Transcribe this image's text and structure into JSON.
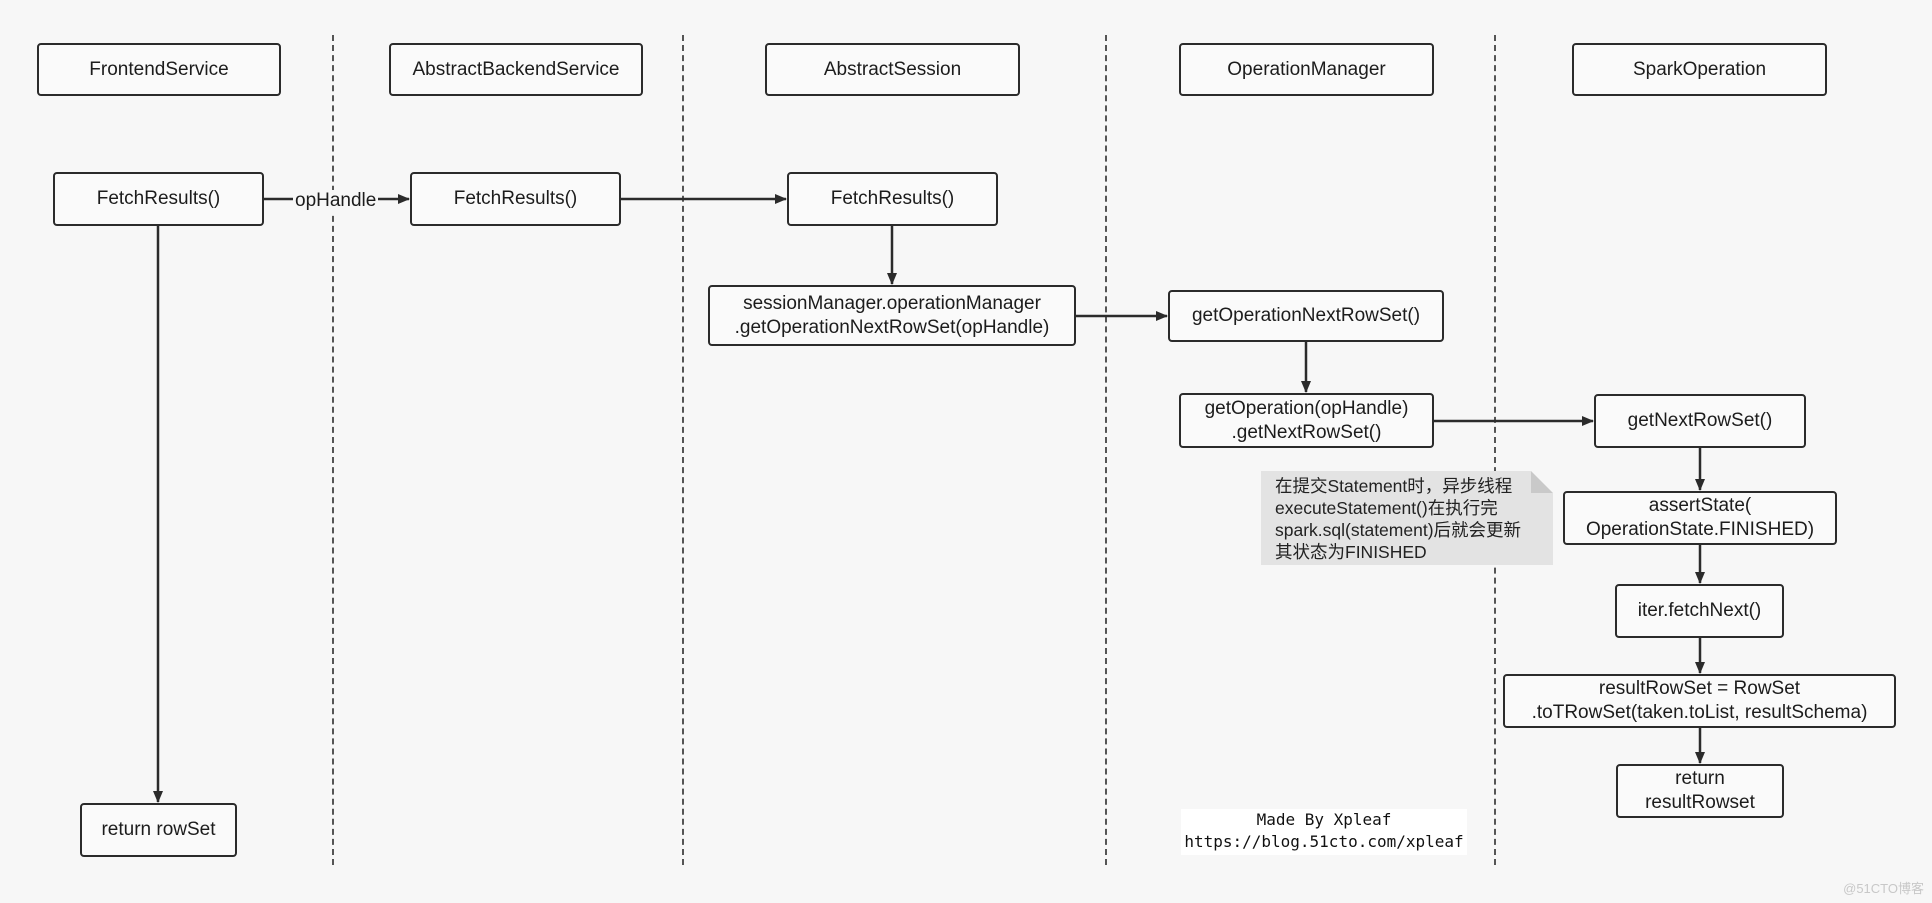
{
  "lanes": [
    {
      "key": "frontend",
      "label": "FrontendService"
    },
    {
      "key": "backend",
      "label": "AbstractBackendService"
    },
    {
      "key": "session",
      "label": "AbstractSession"
    },
    {
      "key": "opmanager",
      "label": "OperationManager"
    },
    {
      "key": "sparkop",
      "label": "SparkOperation"
    }
  ],
  "nodes": {
    "fe_fetch": "FetchResults()",
    "fe_return": "return rowSet",
    "be_fetch": "FetchResults()",
    "se_fetch": "FetchResults()",
    "se_call": "sessionManager.operationManager\n.getOperationNextRowSet(opHandle)",
    "om_get_next": "getOperationNextRowSet()",
    "om_get_op": "getOperation(opHandle)\n.getNextRowSet()",
    "so_get_next": "getNextRowSet()",
    "so_assert": "assertState(\nOperationState.FINISHED)",
    "so_iter": "iter.fetchNext()",
    "so_result": "resultRowSet = RowSet\n.toTRowSet(taken.toList, resultSchema)",
    "so_return": "return\nresultRowset"
  },
  "edges": {
    "fe_to_be_label": "opHandle"
  },
  "note": "在提交Statement时，异步线程\nexecuteStatement()在执行完\nspark.sql(statement)后就会更新\n其状态为FINISHED",
  "credit": "Made By Xpleaf\nhttps://blog.51cto.com/xpleaf",
  "watermark": "@51CTO博客",
  "colors": {
    "background": "#f7f7f7",
    "stroke": "#2b2b2b",
    "note": "#e3e3e3"
  }
}
